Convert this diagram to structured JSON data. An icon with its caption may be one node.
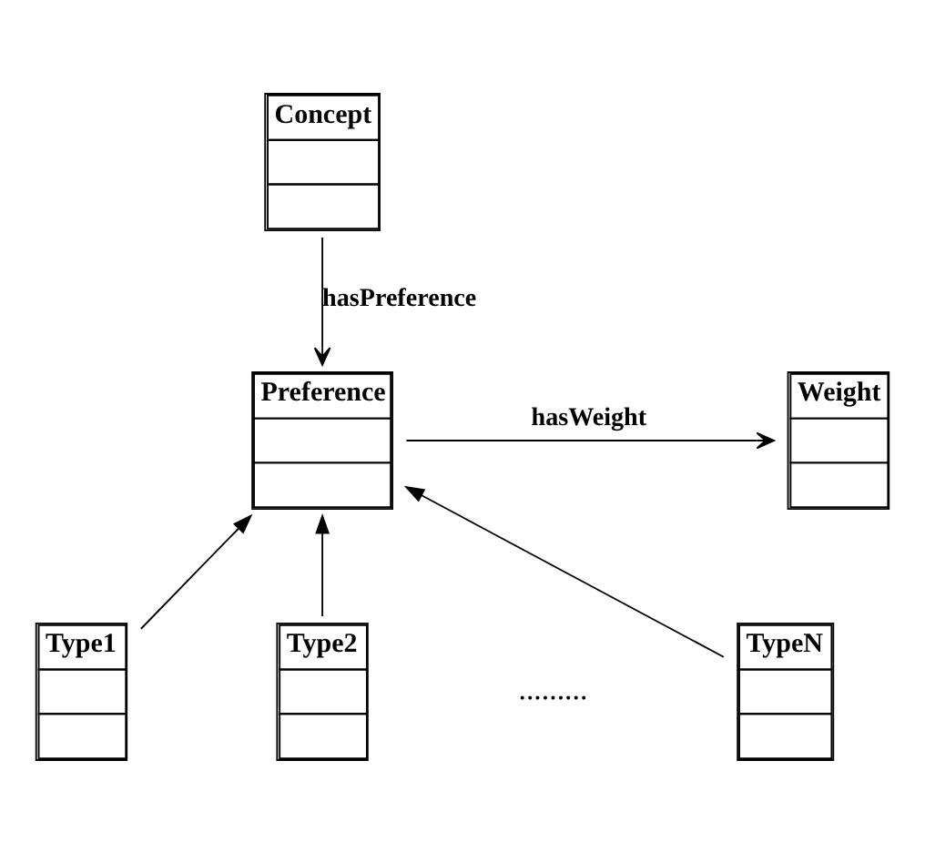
{
  "diagram": {
    "nodes": [
      {
        "text": [
          "Concept"
        ]
      },
      {
        "text": [
          "Preference"
        ]
      },
      {
        "text": [
          "Weight"
        ]
      },
      {
        "text": [
          "Type1"
        ]
      },
      {
        "text": [
          "Type2"
        ]
      },
      {
        "text": [
          "TypeN"
        ]
      }
    ],
    "edges": [
      {
        "from": 0,
        "to": 1,
        "arrow": "to",
        "label": "hasPreference"
      },
      {
        "from": 1,
        "to": 2,
        "arrow": "to",
        "label": "hasWeight"
      },
      {
        "from": 3,
        "to": 1,
        "arrow": "to"
      },
      {
        "from": 4,
        "to": 1,
        "arrow": "to"
      },
      {
        "from": 5,
        "to": 1,
        "arrow": "to"
      }
    ],
    "labels": [
      "........."
    ]
  }
}
